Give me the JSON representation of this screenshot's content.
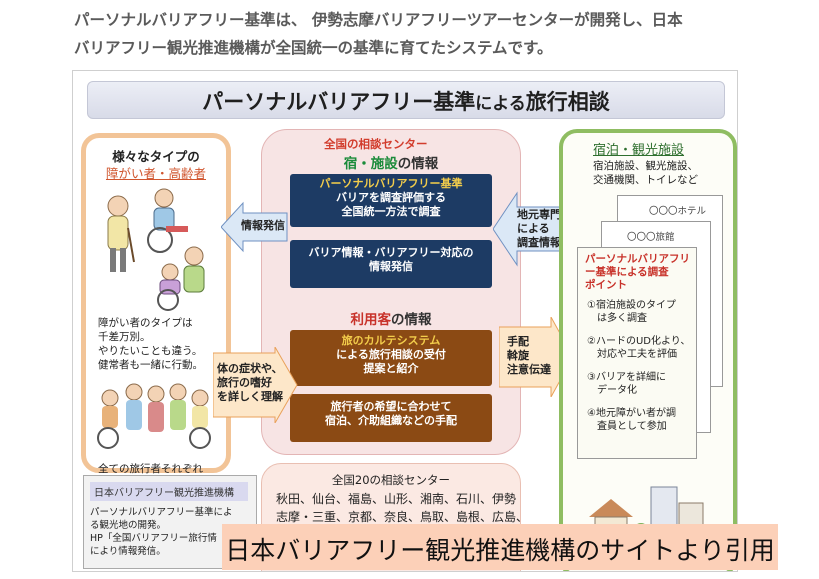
{
  "intro": {
    "line1": "パーソナルバリアフリー基準は、 伊勢志摩バリアフリーツアーセンターが開発し、日本",
    "line2": "バリアフリー観光推進機構が全国統一の基準に育てたシステムです。"
  },
  "figure": {
    "title_main": "パーソナルバリアフリー基準",
    "title_small": "による",
    "title_end": "旅行相談",
    "left_panel": {
      "title": "様々なタイプの",
      "subtitle": "障がい者・高齢者",
      "text1": "障がい者のタイプは\n千差万別。\nやりたいことも違う。\n健常者も一緒に行動。",
      "text2": "全ての旅行者それぞれ\nに合わせたパーソナル\nバリアフリー基準で、旅\nのUDを実現。"
    },
    "center": {
      "tag": "全国の相談センター",
      "head1_green": "宿・施設",
      "head1_rest": "の情報",
      "box1_line1": "パーソナルバリアフリー基準",
      "box1_line2": "バリアを調査評価する",
      "box1_line3": "全国統一方法で調査",
      "box2_line1": "バリア情報・バリアフリー対応の",
      "box2_line2": "情報発信",
      "head2_green": "利用客",
      "head2_rest": "の情報",
      "box3_line1": "旅のカルテシステム",
      "box3_line2": "による旅行相談の受付",
      "box3_line3": "提案と紹介",
      "box4_line1": "旅行者の希望に合わせて",
      "box4_line2": "宿泊、介助組織などの手配"
    },
    "arrows": {
      "info_send": "情報発信",
      "local_experts": "地元専門員\nによる\n調査情報",
      "symptoms": "体の症状や、\n旅行の嗜好\nを詳しく理解",
      "arrange": "手配\n斡旋\n注意伝達"
    },
    "centers": {
      "title": "全国20の相談センター",
      "list": "秋田、仙台、福島、山形、湘南、石川、伊勢\n志摩・三重、京都、奈良、鳥取、島根、広島、"
    },
    "right_panel": {
      "title": "宿泊・観光施設",
      "text": "宿泊施設、観光施設、\n交通機関、トイレなど",
      "card1": "〇〇〇ホテル",
      "card2": "〇〇〇旅館",
      "survey_title": "パーソナルバリアフリ\nー基準による調査\nポイント",
      "item1": "①宿泊施設のタイプ\n　は多く調査",
      "item2": "②ハードのUD化より、\n　対応や工夫を評価",
      "item3": "③バリアを詳細に\n　データ化",
      "item4": "④地元障がい者が調\n　査員として参加"
    },
    "org_box": {
      "title": "日本バリアフリー観光推進機構",
      "text": "パーソナルバリアフリー基準によ\nる観光地の開発。\nHP「全国バリアフリー旅行情\nにより情報発信。"
    }
  },
  "citation": "日本バリアフリー観光推進機構のサイトより引用",
  "colors": {
    "navy_box": "#1d3b64",
    "brown_box": "#8b4a14",
    "accent_red": "#d23d2d",
    "green": "#1b8b3a",
    "citation_bg": "#fcd0b8"
  }
}
